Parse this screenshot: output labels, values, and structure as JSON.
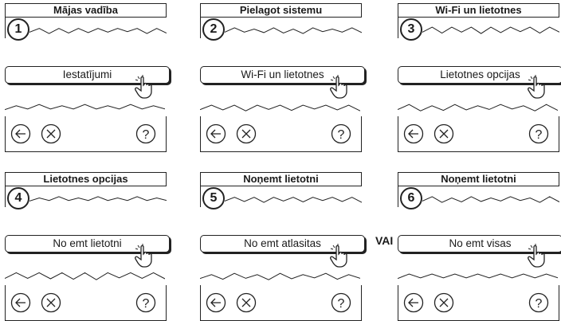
{
  "panels": [
    {
      "title": "Mājas vadība",
      "step": "1",
      "button": "Iestatījumi"
    },
    {
      "title": "Pielagot sistemu",
      "step": "2",
      "button": "Wi-Fi un lietotnes"
    },
    {
      "title": "Wi-Fi un lietotnes",
      "step": "3",
      "button": "Lietotnes opcijas"
    },
    {
      "title": "Lietotnes opcijas",
      "step": "4",
      "button": "No emt lietotni"
    },
    {
      "title": "Noņemt lietotni",
      "step": "5",
      "button": "No emt atlasitas"
    },
    {
      "title": "Noņemt lietotni",
      "step": "6",
      "button": "No emt visas"
    }
  ],
  "connector": "VAI",
  "icons": [
    "back-arrow-icon",
    "cancel-icon",
    "help-icon",
    "hand-pointer-icon"
  ]
}
